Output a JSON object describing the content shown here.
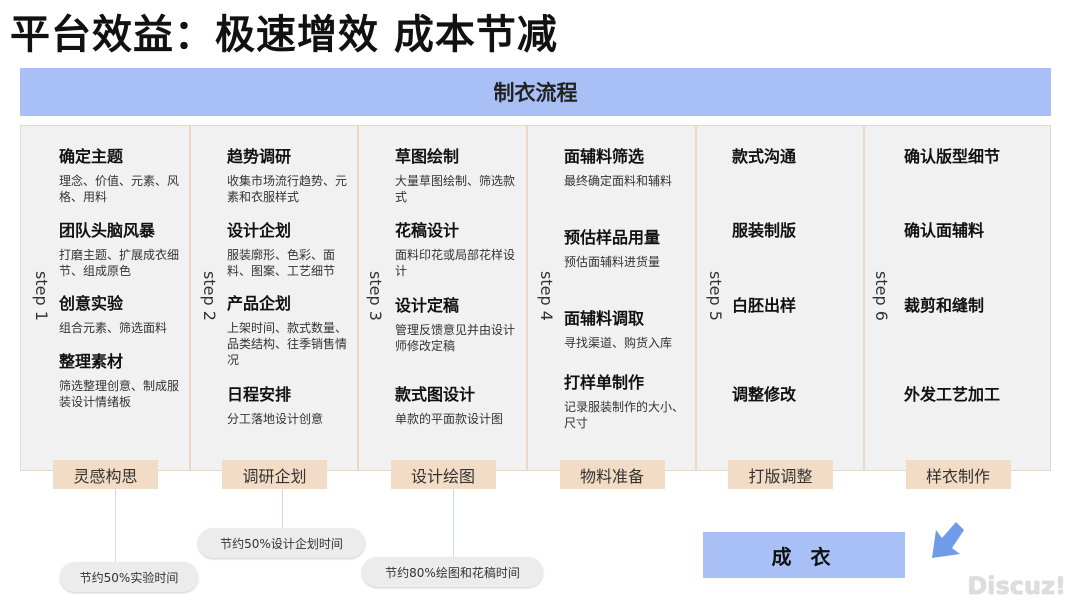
{
  "title": "平台效益：极速增效 成本节减",
  "flow_title": "制衣流程",
  "columns": [
    {
      "step": "step 1",
      "tag": "灵感构思",
      "items": [
        {
          "t": "确定主题",
          "d": "理念、价值、元素、风格、用料"
        },
        {
          "t": "团队头脑风暴",
          "d": "打磨主题、扩展成衣细节、组成原色"
        },
        {
          "t": "创意实验",
          "d": "组合元素、筛选面料"
        },
        {
          "t": "整理素材",
          "d": "筛选整理创意、制成服装设计情绪板"
        }
      ]
    },
    {
      "step": "step 2",
      "tag": "调研企划",
      "items": [
        {
          "t": "趋势调研",
          "d": "收集市场流行趋势、元素和衣服样式"
        },
        {
          "t": "设计企划",
          "d": "服装廓形、色彩、面料、图案、工艺细节"
        },
        {
          "t": "产品企划",
          "d": "上架时间、款式数量、品类结构、往季销售情况"
        },
        {
          "t": "日程安排",
          "d": "分工落地设计创意"
        }
      ]
    },
    {
      "step": "step 3",
      "tag": "设计绘图",
      "items": [
        {
          "t": "草图绘制",
          "d": "大量草图绘制、筛选款式"
        },
        {
          "t": "花稿设计",
          "d": "面料印花或局部花样设计"
        },
        {
          "t": "设计定稿",
          "d": "管理反馈意见并由设计师修改定稿"
        },
        {
          "t": "款式图设计",
          "d": "单款的平面款设计图"
        }
      ]
    },
    {
      "step": "step 4",
      "tag": "物料准备",
      "items": [
        {
          "t": "面辅料筛选",
          "d": "最终确定面料和辅料"
        },
        {
          "t": "预估样品用量",
          "d": "预估面辅料进货量"
        },
        {
          "t": "面辅料调取",
          "d": "寻找渠道、购货入库"
        },
        {
          "t": "打样单制作",
          "d": "记录服装制作的大小、尺寸"
        }
      ]
    },
    {
      "step": "step 5",
      "tag": "打版调整",
      "items": [
        {
          "t": "款式沟通",
          "d": ""
        },
        {
          "t": "服装制版",
          "d": ""
        },
        {
          "t": "白胚出样",
          "d": ""
        },
        {
          "t": "调整修改",
          "d": ""
        }
      ]
    },
    {
      "step": "step 6",
      "tag": "样衣制作",
      "items": [
        {
          "t": "确认版型细节",
          "d": ""
        },
        {
          "t": "确认面辅料",
          "d": ""
        },
        {
          "t": "裁剪和缝制",
          "d": ""
        },
        {
          "t": "外发工艺加工",
          "d": ""
        }
      ]
    }
  ],
  "savings": [
    "节约50%实验时间",
    "节约50%设计企划时间",
    "节约80%绘图和花稿时间"
  ],
  "final": "成 衣",
  "watermark": "Discuz!"
}
